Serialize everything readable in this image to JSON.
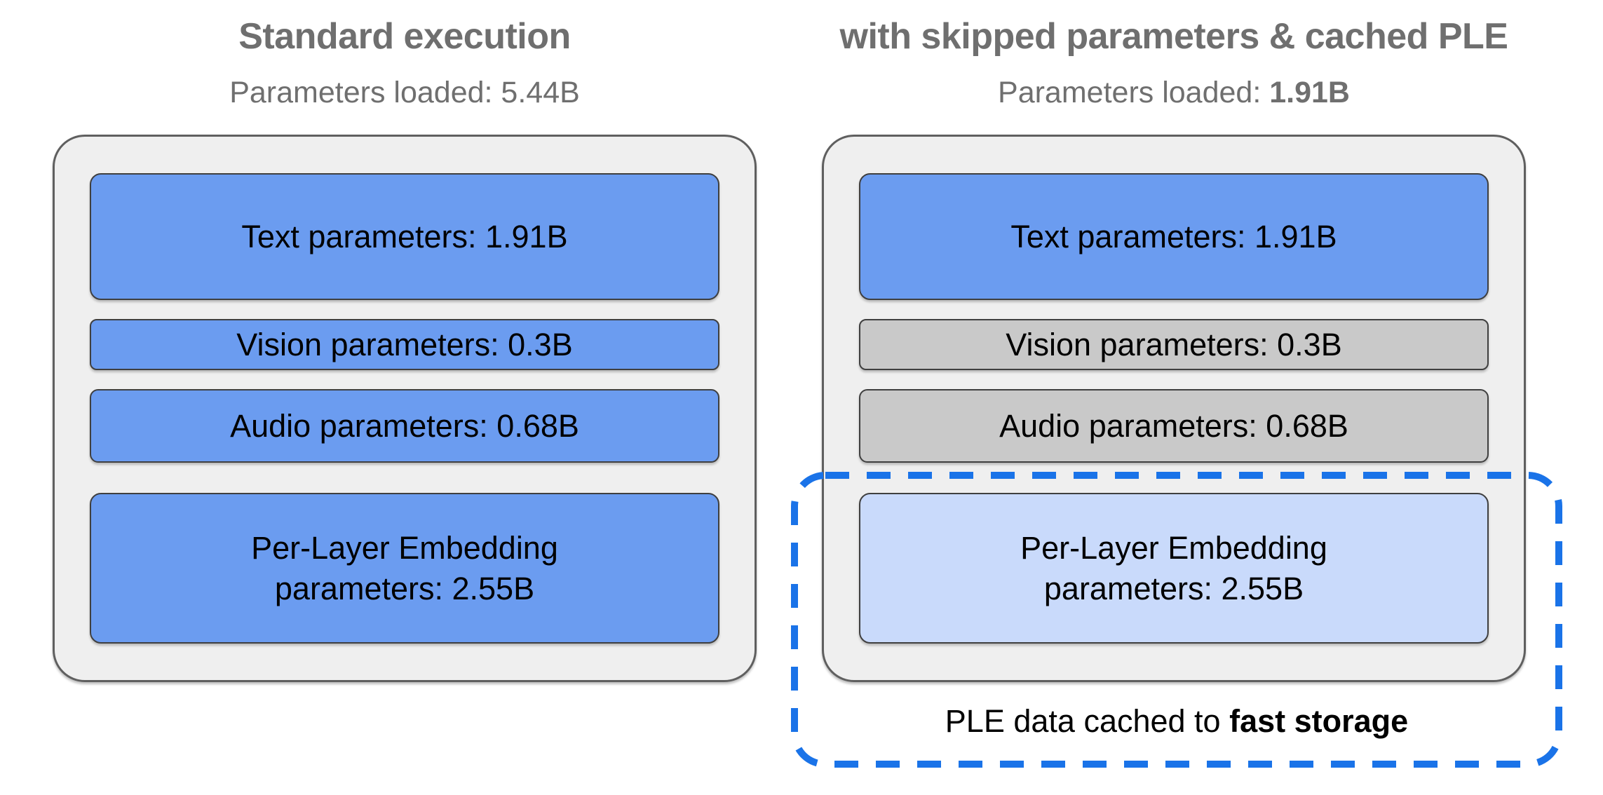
{
  "colors": {
    "box_blue": "#6b9cf0",
    "box_light_blue": "#c9dafb",
    "box_skipped_gray": "#c9c9c9",
    "container_gray": "#efefef",
    "dashed_outline_blue": "#1a73e8",
    "heading_gray": "#6f6f6f",
    "label_black": "#000000"
  },
  "left_panel": {
    "title": "Standard execution",
    "subtitle_prefix": "Parameters loaded: ",
    "subtitle_value": "5.44B",
    "rows": {
      "text": "Text parameters: 1.91B",
      "vision": "Vision parameters: 0.3B",
      "audio": "Audio parameters: 0.68B",
      "ple_line1": "Per-Layer Embedding",
      "ple_line2": "parameters: 2.55B"
    }
  },
  "right_panel": {
    "title": "with skipped parameters & cached PLE",
    "subtitle_prefix": "Parameters loaded: ",
    "subtitle_value": "1.91B",
    "rows": {
      "text": "Text parameters: 1.91B",
      "vision": "Vision parameters: 0.3B",
      "audio": "Audio parameters: 0.68B",
      "ple_line1": "Per-Layer Embedding",
      "ple_line2": "parameters: 2.55B"
    },
    "callout_prefix": "PLE data cached to ",
    "callout_bold": "fast storage"
  }
}
